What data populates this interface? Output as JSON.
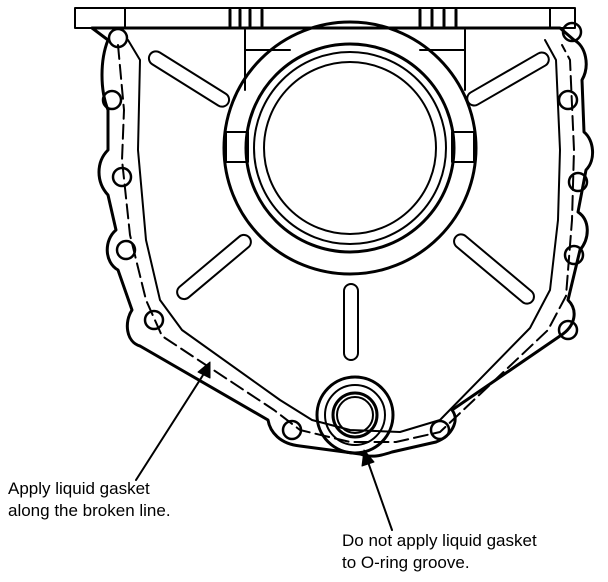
{
  "colors": {
    "line": "#000000",
    "background": "#ffffff"
  },
  "callouts": {
    "left": {
      "line1": "Apply liquid gasket",
      "line2": "along the broken line."
    },
    "right": {
      "line1": "Do not apply liquid gasket",
      "line2": "to O-ring groove."
    }
  }
}
